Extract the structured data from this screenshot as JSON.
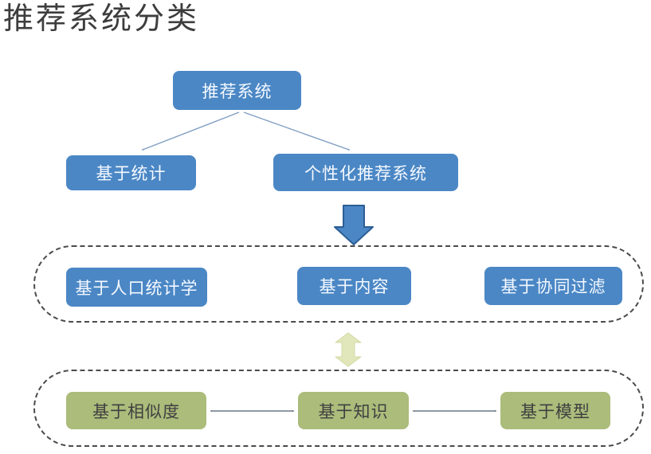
{
  "title": "推荐系统分类",
  "diagram": {
    "root": "推荐系统",
    "level2": [
      "基于统计",
      "个性化推荐系统"
    ],
    "personalized_types": [
      "基于人口统计学",
      "基于内容",
      "基于协同过滤"
    ],
    "method_types": [
      "基于相似度",
      "基于知识",
      "基于模型"
    ]
  },
  "colors": {
    "node_blue": "#4b87c5",
    "node_blue_arrow_border": "#2d5e95",
    "node_olive": "#abbc7b",
    "pale_green_arrow": "#e1e7ba",
    "pale_green_arrow_border": "#d2daa0",
    "thin_connector_blue": "#7f9dc2",
    "double_arrow_gray": "#6a7683",
    "dashed_border": "#4a4a4a",
    "title_text": "#3d3d3d",
    "background": "#ffffff"
  }
}
